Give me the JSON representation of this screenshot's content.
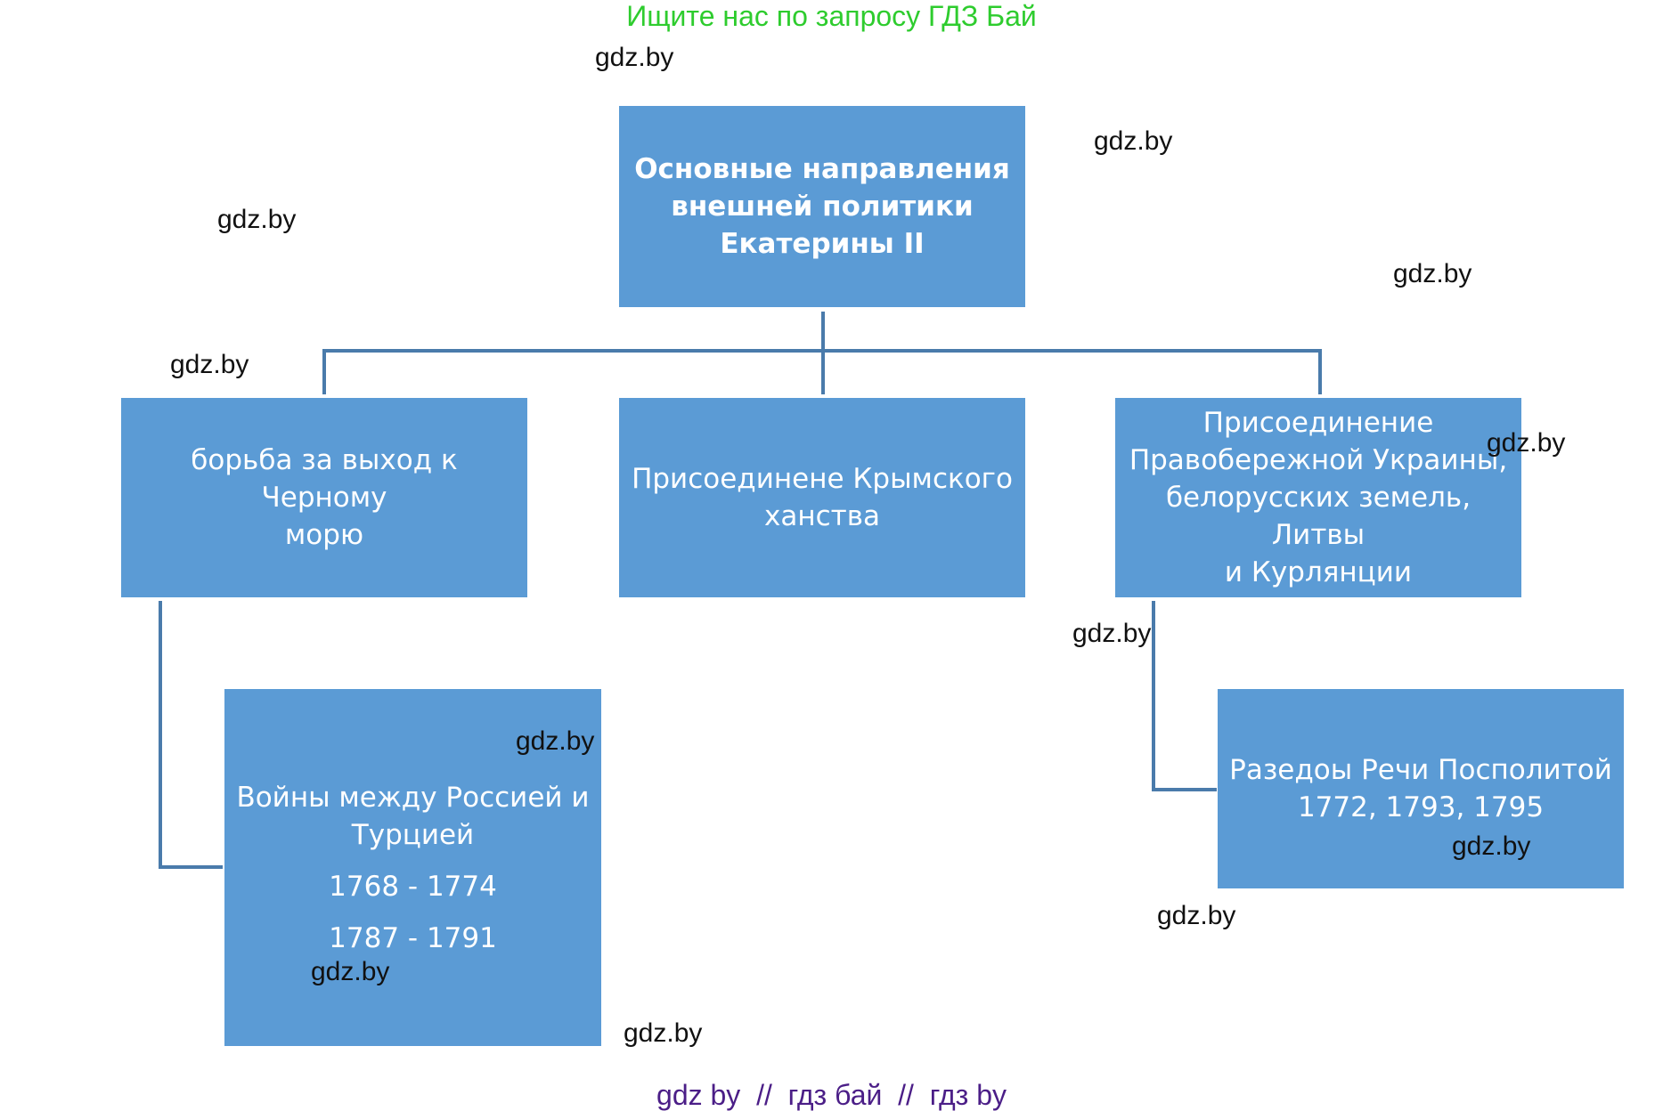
{
  "colors": {
    "box_fill": "#5b9bd5",
    "box_text": "#ffffff",
    "connector": "#4a7bab",
    "promo_top": "#2ecc2e",
    "promo_bottom": "#4b1e87"
  },
  "promo_top": "Ищите нас по запросу ГДЗ Бай",
  "promo_bottom": "gdz by  //  гдз бай  //  гдз by",
  "watermark": "gdz.by",
  "nodes": {
    "root": [
      "Основные направления",
      "внешней политики",
      "Екатерины II"
    ],
    "black_sea": [
      "борьба за выход к Черному",
      "морю"
    ],
    "crimea": [
      "Присоединене Крымского",
      "ханства"
    ],
    "ukraine": [
      "Присоединение",
      "Правобережной Украины,",
      "белорусских земель, Литвы",
      "и Курлянции"
    ],
    "wars": {
      "title": [
        "Войны между Россией и",
        "Турцией"
      ],
      "dates": [
        "1768 - 1774",
        "1787 - 1791"
      ]
    },
    "partitions": [
      "Разедоы Речи Посполитой",
      "1772, 1793, 1795"
    ]
  }
}
